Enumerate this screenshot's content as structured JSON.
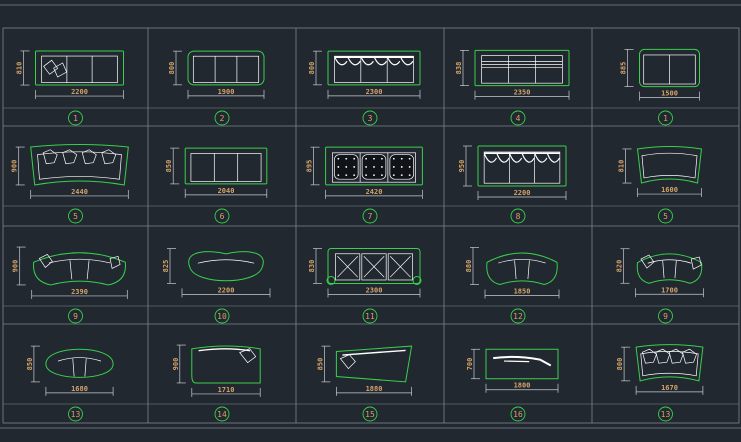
{
  "colors": {
    "background": "#212830",
    "grid": "#7d858f",
    "sofa": "#39d04a",
    "detail": "#ffffff",
    "dimension": "#c8ccd0",
    "label": "#d4a36a",
    "bubble": "#39d04a"
  },
  "cells": [
    {
      "width_label": "2200",
      "height_label": "810",
      "number": "1",
      "style": "loose-pillows"
    },
    {
      "width_label": "1900",
      "height_label": "800",
      "style": "rounded-arms",
      "number": "2"
    },
    {
      "width_label": "2300",
      "height_label": "800",
      "style": "tufted",
      "number": "3"
    },
    {
      "width_label": "2350",
      "height_label": "838",
      "style": "modern-lines",
      "number": "4"
    },
    {
      "width_label": "1500",
      "height_label": "885",
      "style": "loveseat",
      "number": "1"
    },
    {
      "width_label": "2440",
      "height_label": "900",
      "style": "curved-pillows",
      "number": "5"
    },
    {
      "width_label": "2040",
      "height_label": "850",
      "style": "classic",
      "number": "6"
    },
    {
      "width_label": "2420",
      "height_label": "895",
      "style": "quilted",
      "number": "7"
    },
    {
      "width_label": "2200",
      "height_label": "950",
      "style": "draped",
      "number": "8"
    },
    {
      "width_label": "1600",
      "height_label": "810",
      "style": "curved-plain",
      "number": "5"
    },
    {
      "width_label": "2390",
      "height_label": "900",
      "style": "banana",
      "number": "9"
    },
    {
      "width_label": "2200",
      "height_label": "825",
      "style": "kidney",
      "number": "10"
    },
    {
      "width_label": "2300",
      "height_label": "830",
      "style": "chesterfield",
      "number": "11"
    },
    {
      "width_label": "1850",
      "height_label": "880",
      "style": "round-back",
      "number": "12"
    },
    {
      "width_label": "1700",
      "height_label": "820",
      "style": "banana-small",
      "number": "9"
    },
    {
      "width_label": "1680",
      "height_label": "850",
      "style": "tub",
      "number": "13"
    },
    {
      "width_label": "1710",
      "height_label": "900",
      "style": "chaise",
      "number": "14"
    },
    {
      "width_label": "1880",
      "height_label": "850",
      "style": "wedge",
      "number": "15"
    },
    {
      "width_label": "1800",
      "height_label": "700",
      "style": "daybed",
      "number": "16"
    },
    {
      "width_label": "1670",
      "height_label": "800",
      "style": "fan",
      "number": "13"
    }
  ]
}
